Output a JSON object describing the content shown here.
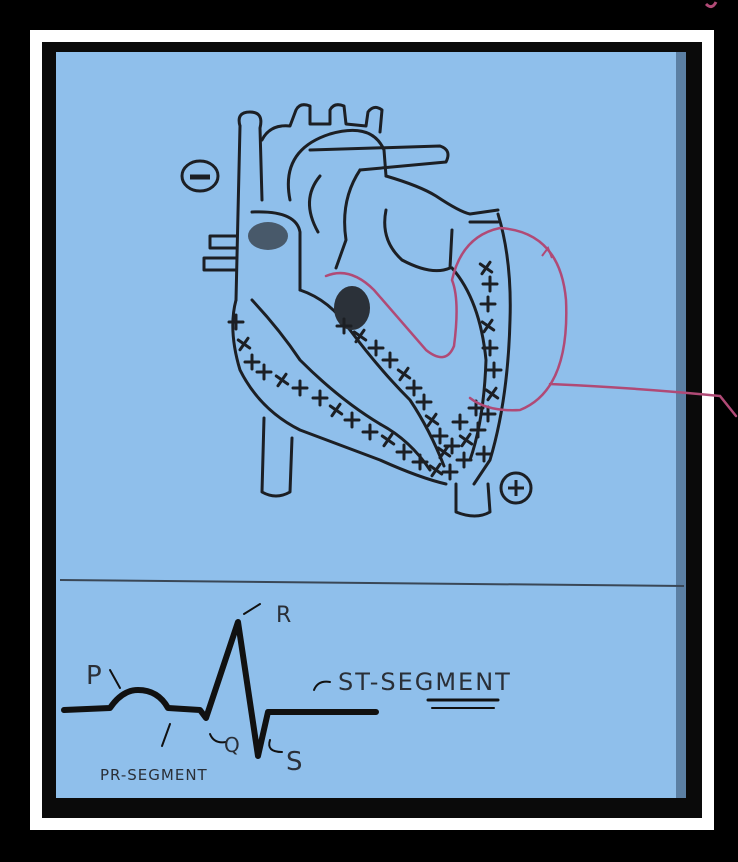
{
  "diagram": {
    "polarity": {
      "negative": "−",
      "positive": "+"
    },
    "ecg_labels": {
      "p": "P",
      "r": "R",
      "q": "Q",
      "s": "S",
      "st_segment": "ST-SEGMENT",
      "pr_segment": "PR-SEGMENT"
    }
  },
  "colors": {
    "board": "#8fbfeb",
    "ink": "#1c1f24",
    "annotation": "#b04a76",
    "frame_white": "#ffffff",
    "frame_black": "#000000"
  }
}
